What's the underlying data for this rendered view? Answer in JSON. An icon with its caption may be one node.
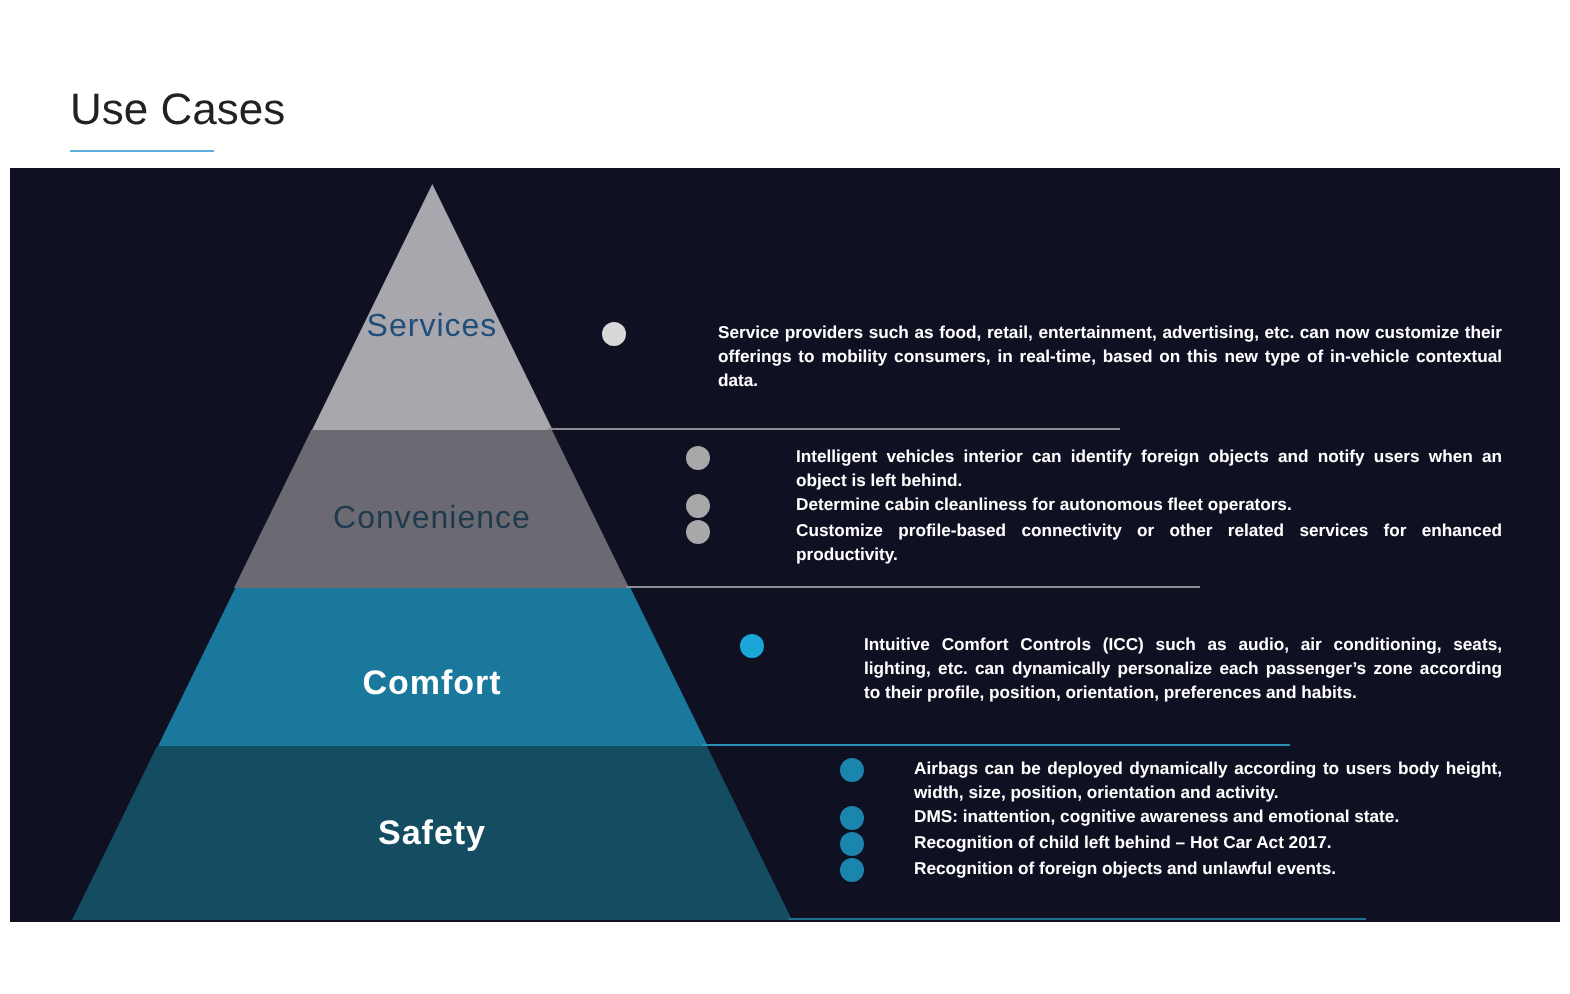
{
  "diagram": {
    "title": "Use Cases",
    "nodes": [
      {
        "text": [
          "Services"
        ]
      },
      {
        "text": [
          "Convenience"
        ]
      },
      {
        "text": [
          "Comfort"
        ]
      },
      {
        "text": [
          "Safety"
        ]
      }
    ],
    "labels": [
      "Service providers such as food, retail, entertainment, advertising, etc. can now customize their offerings to mobility consumers, in real-time, based on this new type of in-vehicle contextual data.",
      "Intelligent vehicles interior can identify foreign objects and notify users when an object is left behind.",
      "Determine cabin cleanliness for autonomous fleet operators.",
      "Customize profile-based connectivity or other related services for enhanced productivity.",
      "Intuitive Comfort Controls (ICC) such as audio, air conditioning, seats, lighting, etc. can dynamically personalize each passenger’s zone according to their profile, position, orientation, preferences and habits.",
      "Airbags can be deployed dynamically according to users body height, width, size, position, orientation and activity.",
      "DMS: inattention, cognitive awareness and emotional state.",
      "Recognition of child left behind – Hot Car Act 2017.",
      "Recognition of foreign objects and unlawful events."
    ]
  }
}
